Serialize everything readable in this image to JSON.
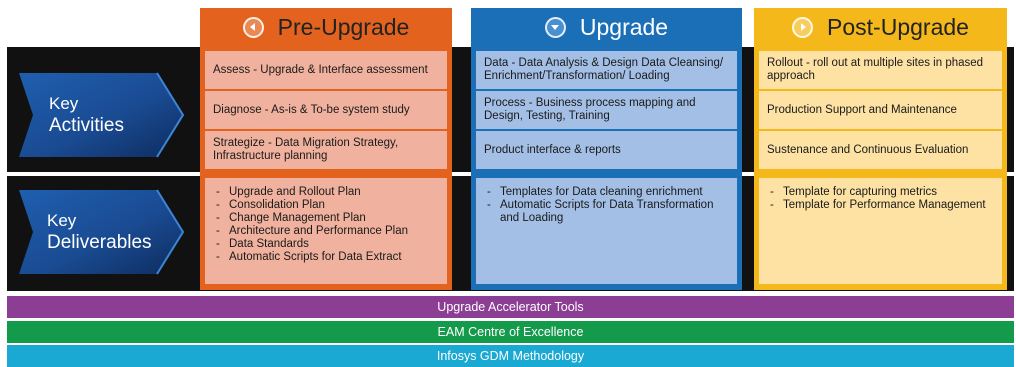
{
  "columns": [
    {
      "title": "Pre-Upgrade",
      "icon": "arrow-left-circle-icon",
      "border_color": "#e2621e",
      "cell_color": "#f0b29e",
      "activities": [
        "Assess  - Upgrade & Interface assessment",
        "Diagnose  - As-is & To-be system study",
        "Strategize  - Data Migration Strategy, Infrastructure planning"
      ],
      "deliverables": [
        "Upgrade and Rollout Plan",
        "Consolidation Plan",
        "Change Management Plan",
        "Architecture and Performance Plan",
        "Data Standards",
        "Automatic Scripts for Data Extract"
      ]
    },
    {
      "title": "Upgrade",
      "icon": "arrow-down-circle-icon",
      "border_color": "#1b6fb7",
      "cell_color": "#a3bfe6",
      "activities": [
        "Data  - Data Analysis & Design Data Cleansing/ Enrichment/Transformation/ Loading",
        "Process  - Business process mapping and Design, Testing, Training",
        "Product interface & reports"
      ],
      "deliverables": [
        "Templates for Data cleaning enrichment",
        "Automatic Scripts for Data Transformation and Loading"
      ]
    },
    {
      "title": "Post-Upgrade",
      "icon": "arrow-right-circle-icon",
      "border_color": "#f4b81b",
      "cell_color": "#fde2a4",
      "activities": [
        "Rollout  - roll out at multiple sites in phased approach",
        "Production Support and Maintenance",
        "Sustenance and Continuous Evaluation"
      ],
      "deliverables": [
        "Template for capturing metrics",
        "Template for Performance Management"
      ]
    }
  ],
  "rows": {
    "activities": {
      "line1": "Key",
      "line2": "Activities"
    },
    "deliverables": {
      "line1": "Key",
      "line2": "Deliverables"
    }
  },
  "bands": [
    {
      "label": "Upgrade Accelerator Tools",
      "color": "#8c3e94"
    },
    {
      "label": "EAM Centre of Excellence",
      "color": "#149a4b"
    },
    {
      "label": "Infosys GDM Methodology",
      "color": "#19a9d2"
    }
  ]
}
